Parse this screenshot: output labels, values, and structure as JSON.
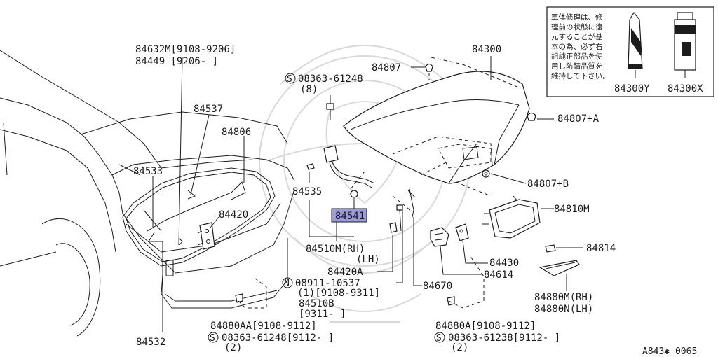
{
  "diagram": {
    "ref_code": "A843✱ 0065",
    "repair_note": [
      "車体修理は、修",
      "理前の状態に復",
      "元することが基",
      "本の為、必ず右",
      "記純正部品を使",
      "用し防錆品質を",
      "維持して下さい。"
    ],
    "note_parts": [
      "84300Y",
      "84300X"
    ],
    "labels": {
      "p84632M": "84632M[9108-9206]",
      "p84449": "84449 [9206-    ]",
      "p84537": "84537",
      "p84806": "84806",
      "p84533": "84533",
      "p84420": "84420",
      "p84532": "84532",
      "s08363_top": "08363-61248",
      "s08363_top_qty": "(8)",
      "p84807": "84807",
      "p84300": "84300",
      "p84807A": "84807+A",
      "p84807B": "84807+B",
      "p84810M": "84810M",
      "p84535": "84535",
      "p84541": "84541",
      "p84510M": "84510M(RH)",
      "p84510M_lh": "(LH)",
      "p84420A": "84420A",
      "n08911": "08911-10537",
      "n08911_qty": "(1)[9108-9311]",
      "p84510B": "84510B",
      "p84510B_date": "[9311-    ]",
      "p84670": "84670",
      "p84614": "84614",
      "p84430": "84430",
      "p84814": "84814",
      "p84880M": "84880M(RH)",
      "p84880N": "84880N(LH)",
      "p84880AA": "84880AA[9108-9112]",
      "s08363_bl": "08363-61248[9112-    ]",
      "s08363_bl_qty": "(2)",
      "p84880A": "84880A[9108-9112]",
      "s08363_br": "08363-61238[9112-    ]",
      "s08363_br_qty": "(2)"
    },
    "prefix_s": "S",
    "prefix_n": "N",
    "highlight_color": "#9b9bd9"
  }
}
